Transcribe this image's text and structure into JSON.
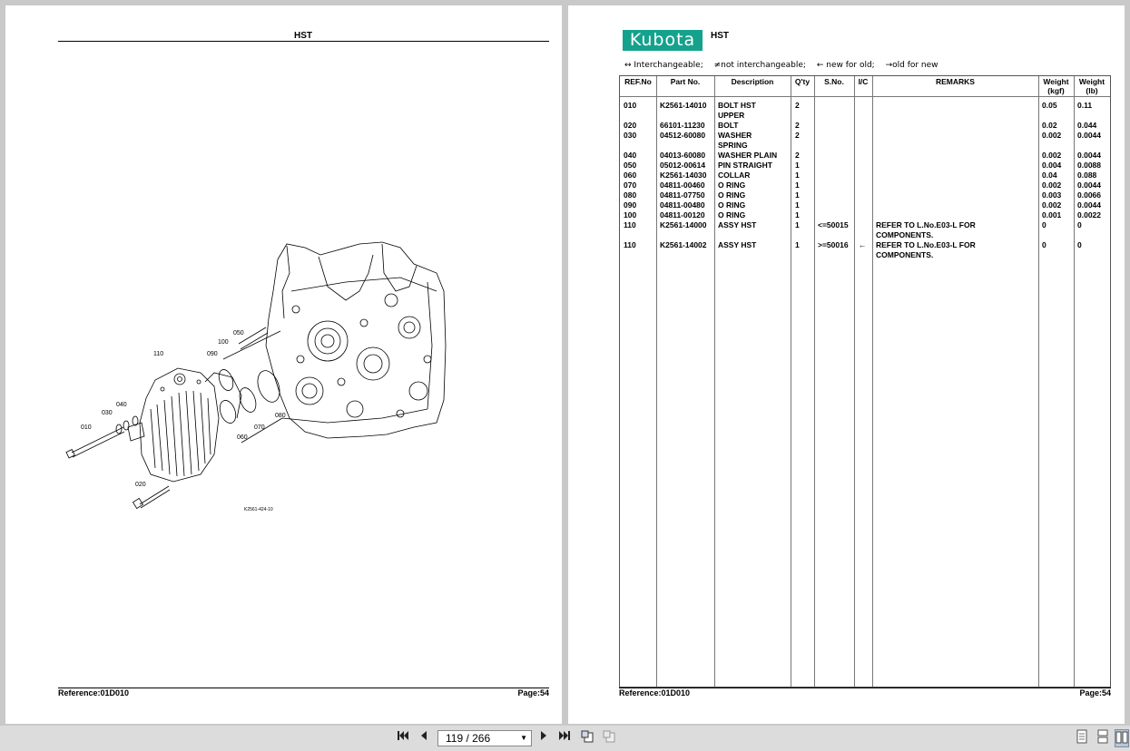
{
  "left_page": {
    "title": "HST",
    "drawing_code": "K2561-424-10",
    "callouts": [
      "010",
      "020",
      "030",
      "040",
      "050",
      "060",
      "070",
      "080",
      "090",
      "100",
      "110"
    ],
    "footer_ref": "Reference:01D010",
    "footer_page": "Page:54"
  },
  "right_page": {
    "logo_text": "Kubota",
    "title": "HST",
    "legend": {
      "interchangeable": "↔ Interchangeable;",
      "not_interchangeable": "≠not interchangeable;",
      "new_for_old": "← new for old;",
      "old_for_new": "→old for new"
    },
    "headers": {
      "ref": "REF.No",
      "part": "Part No.",
      "desc": "Description",
      "qty": "Q'ty",
      "sno": "S.No.",
      "ic": "I/C",
      "remarks": "REMARKS",
      "wkg_1": "Weight",
      "wkg_2": "(kgf)",
      "wlb_1": "Weight",
      "wlb_2": "(lb)"
    },
    "rows": [
      {
        "ref": "010",
        "part": "K2561-14010",
        "desc1": "BOLT HST",
        "desc2": "UPPER",
        "qty": "2",
        "sno": "",
        "ic": "",
        "rem1": "",
        "rem2": "",
        "wkg": "0.05",
        "wlb": "0.11"
      },
      {
        "ref": "020",
        "part": "66101-11230",
        "desc1": "BOLT",
        "desc2": "",
        "qty": "2",
        "sno": "",
        "ic": "",
        "rem1": "",
        "rem2": "",
        "wkg": "0.02",
        "wlb": "0.044"
      },
      {
        "ref": "030",
        "part": "04512-60080",
        "desc1": "WASHER",
        "desc2": "SPRING",
        "qty": "2",
        "sno": "",
        "ic": "",
        "rem1": "",
        "rem2": "",
        "wkg": "0.002",
        "wlb": "0.0044"
      },
      {
        "ref": "040",
        "part": "04013-60080",
        "desc1": "WASHER PLAIN",
        "desc2": "",
        "qty": "2",
        "sno": "",
        "ic": "",
        "rem1": "",
        "rem2": "",
        "wkg": "0.002",
        "wlb": "0.0044"
      },
      {
        "ref": "050",
        "part": "05012-00614",
        "desc1": "PIN STRAIGHT",
        "desc2": "",
        "qty": "1",
        "sno": "",
        "ic": "",
        "rem1": "",
        "rem2": "",
        "wkg": "0.004",
        "wlb": "0.0088"
      },
      {
        "ref": "060",
        "part": "K2561-14030",
        "desc1": "COLLAR",
        "desc2": "",
        "qty": "1",
        "sno": "",
        "ic": "",
        "rem1": "",
        "rem2": "",
        "wkg": "0.04",
        "wlb": "0.088"
      },
      {
        "ref": "070",
        "part": "04811-00460",
        "desc1": "O RING",
        "desc2": "",
        "qty": "1",
        "sno": "",
        "ic": "",
        "rem1": "",
        "rem2": "",
        "wkg": "0.002",
        "wlb": "0.0044"
      },
      {
        "ref": "080",
        "part": "04811-07750",
        "desc1": "O RING",
        "desc2": "",
        "qty": "1",
        "sno": "",
        "ic": "",
        "rem1": "",
        "rem2": "",
        "wkg": "0.003",
        "wlb": "0.0066"
      },
      {
        "ref": "090",
        "part": "04811-00480",
        "desc1": "O RING",
        "desc2": "",
        "qty": "1",
        "sno": "",
        "ic": "",
        "rem1": "",
        "rem2": "",
        "wkg": "0.002",
        "wlb": "0.0044"
      },
      {
        "ref": "100",
        "part": "04811-00120",
        "desc1": "O RING",
        "desc2": "",
        "qty": "1",
        "sno": "",
        "ic": "",
        "rem1": "",
        "rem2": "",
        "wkg": "0.001",
        "wlb": "0.0022"
      },
      {
        "ref": "110",
        "part": "K2561-14000",
        "desc1": "ASSY HST",
        "desc2": "",
        "qty": "1",
        "sno": "<=50015",
        "ic": "",
        "rem1": "REFER TO L.No.E03-L FOR",
        "rem2": "COMPONENTS.",
        "wkg": "0",
        "wlb": "0"
      },
      {
        "ref": "110",
        "part": "K2561-14002",
        "desc1": "ASSY HST",
        "desc2": "",
        "qty": "1",
        "sno": ">=50016",
        "ic": "←",
        "rem1": "REFER TO L.No.E03-L FOR",
        "rem2": "COMPONENTS.",
        "wkg": "0",
        "wlb": "0"
      }
    ],
    "footer_ref": "Reference:01D010",
    "footer_page": "Page:54"
  },
  "toolbar": {
    "page_indicator": "119 / 266"
  }
}
